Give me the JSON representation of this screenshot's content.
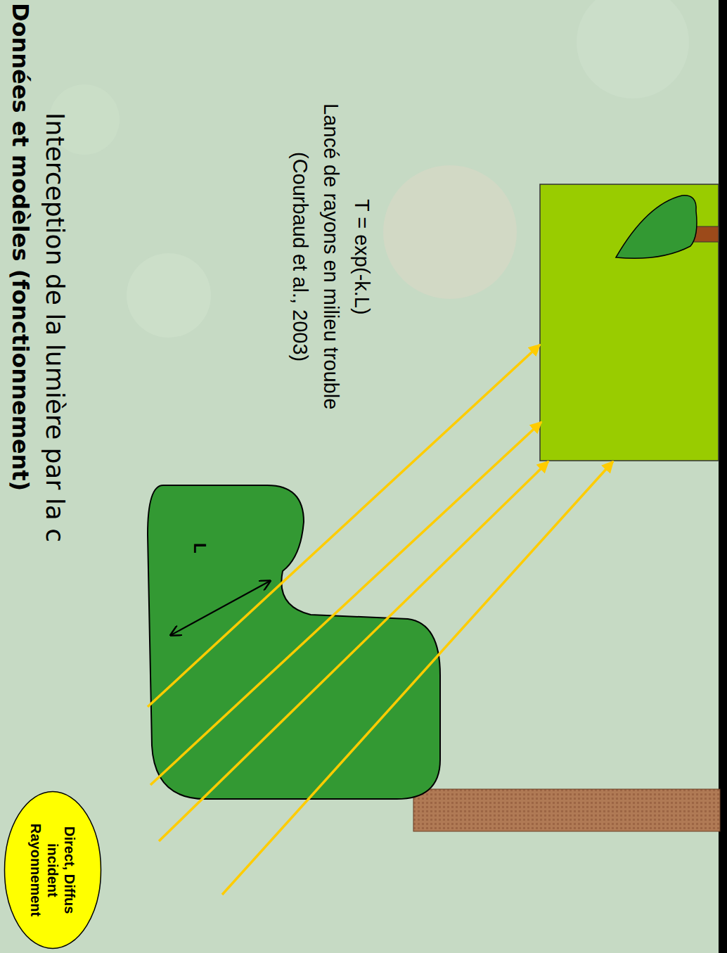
{
  "diagram": {
    "title": "Données et modèles (fonctionnement)",
    "nodes": [
      {
        "text": [
          "Rayonnement incident",
          "Direct, Diffus"
        ]
      }
    ],
    "labels": [
      "Interception de la lumière par la c",
      "L",
      "(Courbaud et al., 2003)",
      "Lancé de rayons en milieu trouble",
      "T = exp(-k.L)"
    ]
  }
}
